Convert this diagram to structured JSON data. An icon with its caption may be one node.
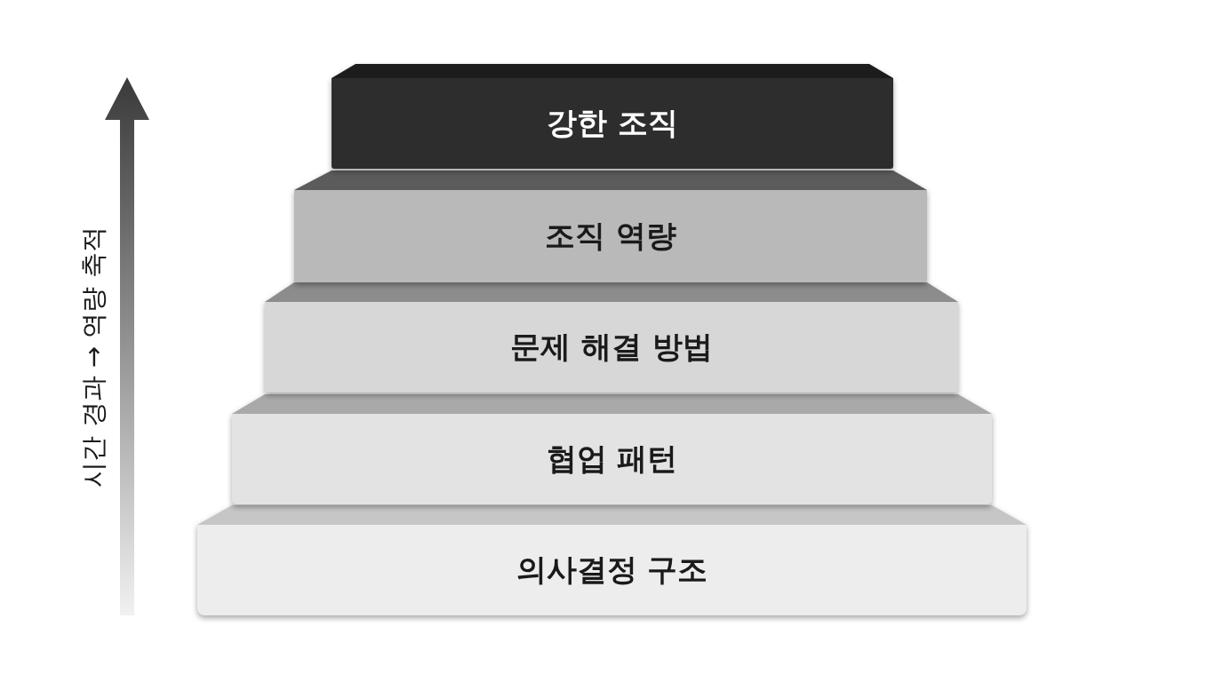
{
  "diagram": {
    "nodes": [
      {
        "text": [
          "강한 조직"
        ]
      },
      {
        "text": [
          "조직 역량"
        ]
      },
      {
        "text": [
          "문제 해결 방법"
        ]
      },
      {
        "text": [
          "협업 패턴"
        ]
      },
      {
        "text": [
          "의사결정 구조"
        ]
      }
    ],
    "labels": [
      "시간 경과 → 역량 축적"
    ]
  }
}
